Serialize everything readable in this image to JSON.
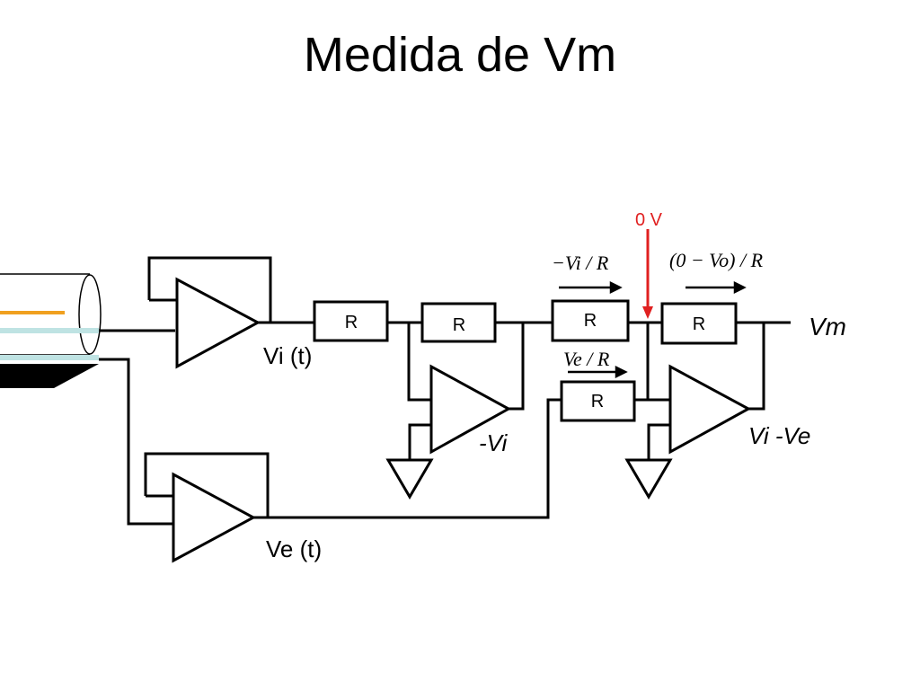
{
  "slide": {
    "title": "Medida de Vm"
  },
  "diagram": {
    "resistor_label": "R",
    "labels": {
      "vi_t": "Vi (t)",
      "ve_t": "Ve (t)",
      "neg_vi": "-Vi",
      "vm": "Vm",
      "vi_minus_ve": "Vi -Ve",
      "zero_v": "0 V",
      "current_neg_vi": "−Vi / R",
      "current_ve": "Ve / R",
      "current_vo": "(0 − Vo) / R"
    },
    "colors": {
      "wire": "#000000",
      "zero_v": "#e02020",
      "electrode_orange": "#f0a020",
      "electrode_cyan": "#bfe3e3"
    }
  }
}
